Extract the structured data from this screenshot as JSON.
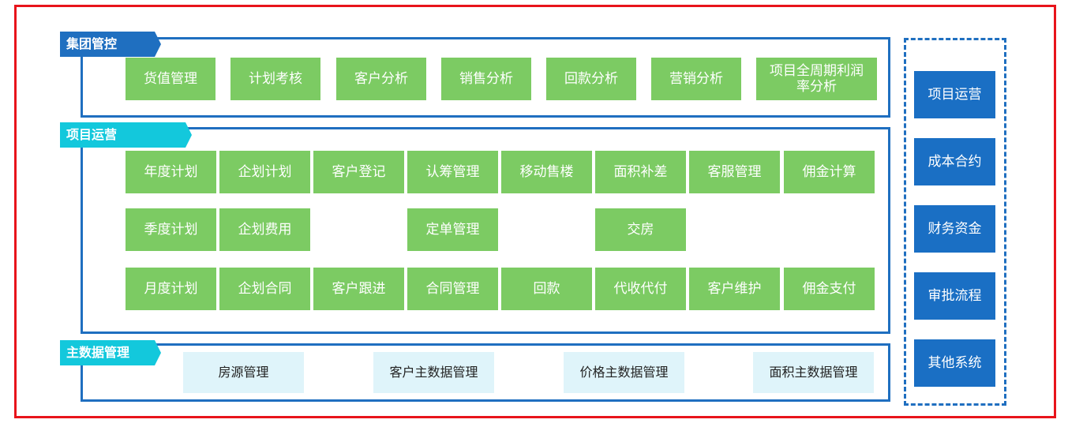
{
  "group_control": {
    "title": "集团管控",
    "items": [
      "货值管理",
      "计划考核",
      "客户分析",
      "销售分析",
      "回款分析",
      "营销分析",
      "项目全周期利润率分析"
    ]
  },
  "project_ops": {
    "title": "项目运营",
    "row1": [
      "年度计划",
      "企划计划",
      "客户登记",
      "认筹管理",
      "移动售楼",
      "面积补差",
      "客服管理",
      "佣金计算"
    ],
    "row2": [
      "季度计划",
      "企划费用",
      "定单管理",
      "交房"
    ],
    "row3": [
      "月度计划",
      "企划合同",
      "客户跟进",
      "合同管理",
      "回款",
      "代收代付",
      "客户维护",
      "佣金支付"
    ]
  },
  "master_data": {
    "title": "主数据管理",
    "items": [
      "房源管理",
      "客户主数据管理",
      "价格主数据管理",
      "面积主数据管理"
    ]
  },
  "side_systems": [
    "项目运营",
    "成本合约",
    "财务资金",
    "审批流程",
    "其他系统"
  ],
  "colors": {
    "frame": "#e8141b",
    "section_border": "#1f6fc0",
    "tag_blue": "#1f6fc0",
    "tag_cyan": "#13c8dc",
    "green_box": "#7ccb63",
    "light_box": "#dff4fa",
    "side_box": "#1a6fc4"
  }
}
